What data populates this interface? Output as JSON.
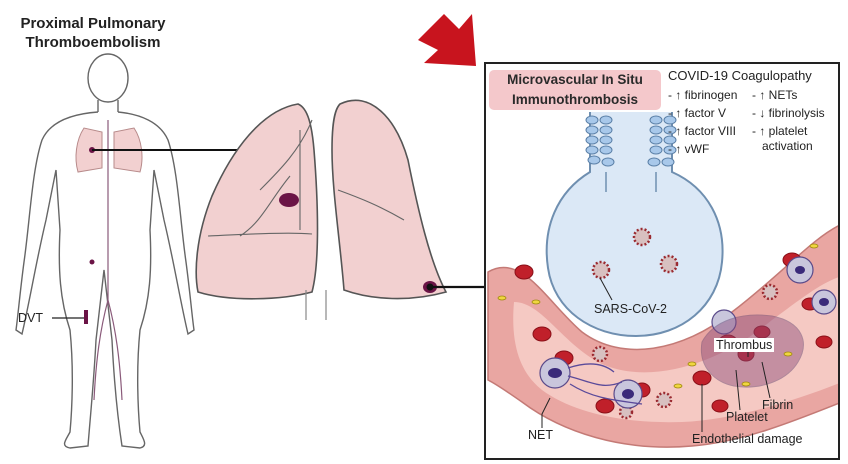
{
  "title": {
    "line1": "Proximal Pulmonary",
    "line2": "Thromboembolism"
  },
  "labels": {
    "dvt": "DVT",
    "micro_line1": "Microvascular In Situ",
    "micro_line2": "Immunothrombosis",
    "coag_title": "COVID-19 Coagulopathy",
    "sars": "SARS-CoV-2",
    "thrombus": "Thrombus",
    "fibrin": "Fibrin",
    "platelet": "Platelet",
    "net": "NET",
    "endothelial": "Endothelial damage"
  },
  "markers_left": [
    "- ↑ fibrinogen",
    "- ↑ factor V",
    "- ↑ factor VIII",
    "- ↑ vWF"
  ],
  "markers_right": [
    "- ↑ NETs",
    "- ↓ fibrinolysis",
    "- ↑ platelet",
    "activation"
  ],
  "colors": {
    "arrow": "#c8141e",
    "lung_fill": "#f2d0d0",
    "clot": "#6b1446",
    "vessel_wall": "#e9a6a2",
    "rbc": "#c0202a",
    "alveolus": "#dbe8f6",
    "virus": "#9a2a30"
  }
}
